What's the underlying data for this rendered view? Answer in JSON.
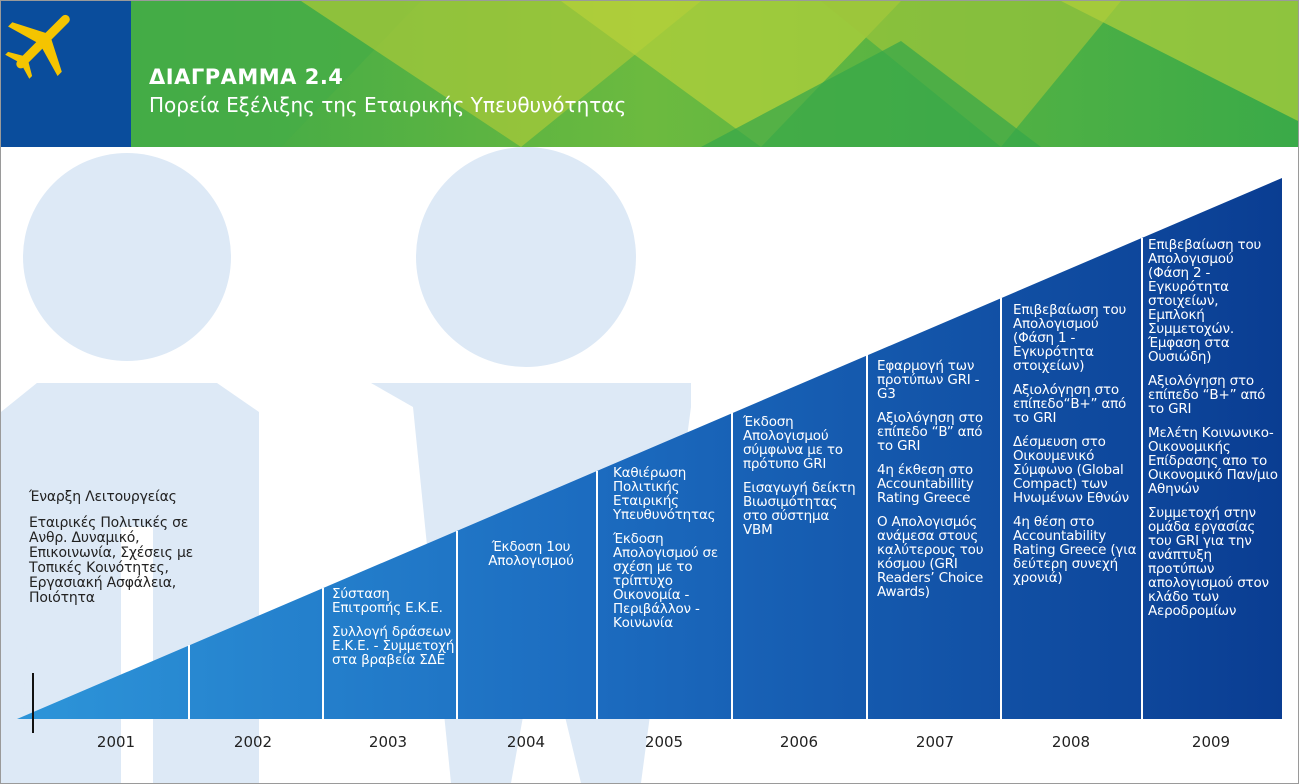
{
  "header": {
    "title": "ΔΙΑΓΡΑΜΜΑ 2.4",
    "subtitle": "Πορεία Εξέλιξης της Εταιρικής Υπευθυνότητας",
    "plane_icon": "airplane-icon"
  },
  "colors": {
    "header_blue": "#0a4d9c",
    "header_green": "#3dae49",
    "header_lime": "#a9c93a",
    "ramp_light": "#2a8fd6",
    "ramp_dark": "#0a3f93",
    "silhouette": "#dae7f5"
  },
  "timeline": {
    "first": {
      "year": "2001",
      "lines": [
        "Έναρξη Λειτουργείας",
        "Εταιρικές Πολιτικές σε Ανθρ. Δυναμικό, Επικοινωνία, Σχέσεις με Τοπικές Κοινότητες, Εργασιακή Ασφάλεια, Ποιότητα"
      ]
    },
    "y2002": {
      "year": "2002"
    },
    "y2003": {
      "year": "2003",
      "lines": [
        "Σύσταση Επιτροπής Ε.Κ.Ε.",
        "Συλλογή δράσεων Ε.Κ.Ε. - Συμμετοχή στα βραβεία ΣΔΕ"
      ]
    },
    "y2004": {
      "year": "2004",
      "lines": [
        "Έκδοση 1ου Απολογισμού"
      ]
    },
    "y2005": {
      "year": "2005",
      "lines": [
        "Καθιέρωση Πολιτικής Εταιρικής Υπευθυνότητας",
        "Έκδοση Απολογισμού σε σχέση με το τρίπτυχο Οικονομία - Περιβάλλον - Κοινωνία"
      ]
    },
    "y2006": {
      "year": "2006",
      "lines": [
        "Έκδοση Απολογισμού σύμφωνα με το πρότυπο GRI",
        "Εισαγωγή δείκτη Βιωσιμότητας στο σύστημα VBM"
      ]
    },
    "y2007": {
      "year": "2007",
      "lines": [
        "Εφαρμογή των προτύπων GRI - G3",
        "Αξιολόγηση στο επίπεδο “B” από το GRI",
        "4η έκθεση στο Accountabillity Rating Greece",
        "Ο Απολογισμός ανάμεσα στους καλύτερους του κόσμου (GRI Readers’ Choice Awards)"
      ]
    },
    "y2008": {
      "year": "2008",
      "lines": [
        "Επιβεβαίωση του Απολογισμού (Φάση 1 - Εγκυρότητα στοιχείων)",
        "Αξιολόγηση στο επίπεδο“B+” από το GRI",
        "Δέσμευση στο Οικουμενικό Σύμφωνο (Global Compact) των Ηνωμένων Εθνών",
        "4η θέση στο Accountability Rating Greece (για δεύτερη συνεχή χρονιά)"
      ]
    },
    "y2009": {
      "year": "2009",
      "lines": [
        "Επιβεβαίωση του Απολογισμού (Φάση 2 - Εγκυρότητα στοιχείων, Εμπλοκή Συμμετοχών. Έμφαση στα Ουσιώδη)",
        "Αξιολόγηση στο επίπεδο “B+” από το GRI",
        "Μελέτη Κοινωνικο-Οικονομικής Επίδρασης απο το Οικονομικό Παν/μιο Αθηνών",
        "Συμμετοχή στην ομάδα εργασίας του GRI για την ανάπτυξη προτύπων απολογισμού στον κλάδο των Αεροδρομίων"
      ]
    }
  }
}
